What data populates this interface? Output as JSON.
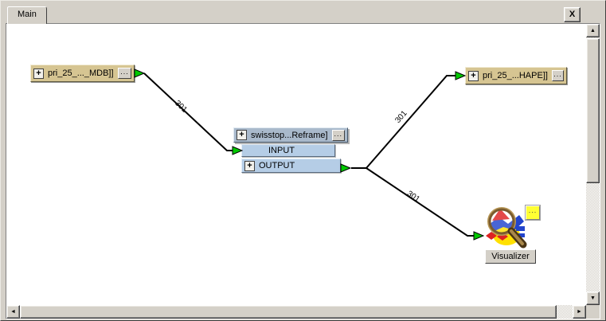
{
  "window": {
    "tab": "Main",
    "close": "X"
  },
  "glyphs": {
    "expand": "+",
    "more": "...",
    "up": "▲",
    "down": "▼",
    "left": "◄",
    "right": "►"
  },
  "nodes": {
    "reader": {
      "label": "pri_25_..._MDB]]"
    },
    "transformer": {
      "label": "swisstop...Reframe]",
      "input_port": "INPUT",
      "output_port": "OUTPUT"
    },
    "writer": {
      "label": "pri_25_...HAPE]]"
    },
    "visualizer": {
      "label": "Visualizer"
    }
  },
  "connections": [
    {
      "from": "reader",
      "to": "transformer INPUT",
      "label": "301"
    },
    {
      "from": "transformer OUTPUT",
      "to": "writer",
      "label": "301"
    },
    {
      "from": "transformer OUTPUT",
      "to": "visualizer",
      "label": "301"
    }
  ],
  "colors": {
    "chrome": "#d4d0c8",
    "canvas": "#ffffff",
    "node_tan": "#d6c592",
    "transformer_header": "#a9b9cb",
    "transformer_port": "#b5cde6",
    "arrow_green": "#00c800",
    "annotation_yellow": "#ffff33",
    "line": "#000000"
  }
}
